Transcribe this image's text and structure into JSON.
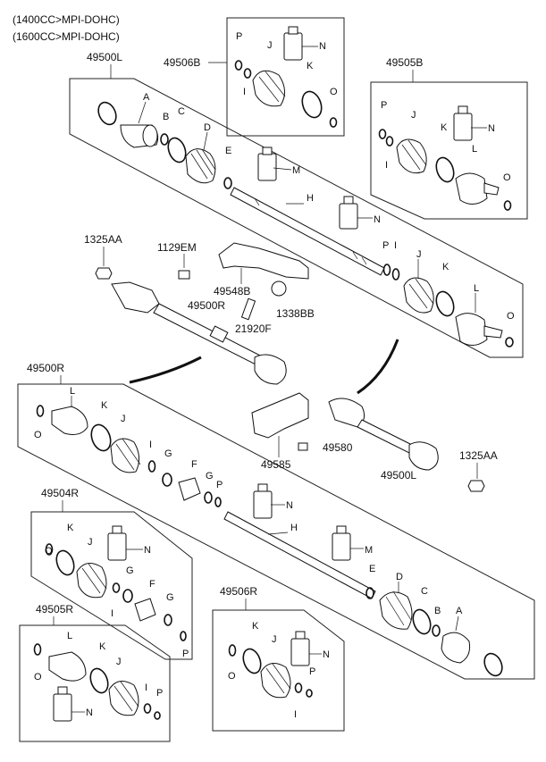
{
  "header": {
    "line1": "(1400CC>MPI-DOHC)",
    "line2": "(1600CC>MPI-DOHC)"
  },
  "callouts": {
    "top_left_shaft": "49500L",
    "top_kit_j": "49506B",
    "right_kit_l": "49505B",
    "nut_left": "1325AA",
    "bolt": "1129EM",
    "bracket": "49548B",
    "bushing": "1338BB",
    "pin": "21920F",
    "lower_shaft_label": "49500R",
    "mid_right_shaft": "49500R",
    "bracket_2": "49585",
    "bolt_2": "49580",
    "shaft_l_2": "49500L",
    "nut_right": "1325AA",
    "kit_4": "49504R",
    "kit_5": "49505R",
    "kit_6": "49506R"
  },
  "letters": {
    "A": "A",
    "B": "B",
    "C": "C",
    "D": "D",
    "E": "E",
    "F": "F",
    "G": "G",
    "H": "H",
    "I": "I",
    "J": "J",
    "K": "K",
    "L": "L",
    "M": "M",
    "N": "N",
    "O": "O",
    "P": "P"
  }
}
